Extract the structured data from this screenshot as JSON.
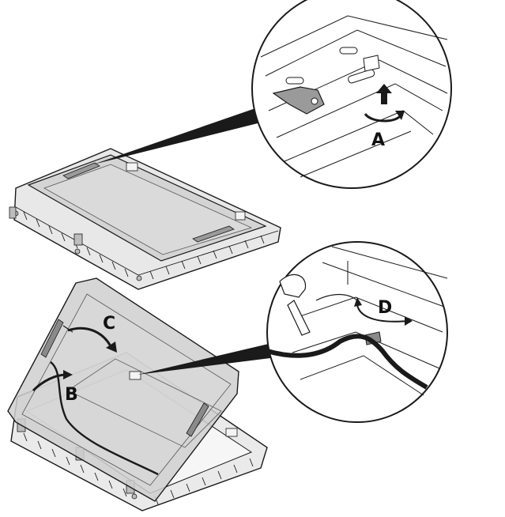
{
  "diagram": {
    "callouts": [
      {
        "id": "A",
        "label": "A"
      },
      {
        "id": "B",
        "label": "B"
      },
      {
        "id": "C",
        "label": "C"
      },
      {
        "id": "D",
        "label": "D"
      }
    ],
    "colors": {
      "line": "#1a1a1a",
      "frame_fill": "#e6e6e6",
      "glass_fill": "#d2d2d2",
      "dark_part": "#8a8a8a",
      "cable": "#1a1a1a",
      "background": "#ffffff"
    }
  }
}
